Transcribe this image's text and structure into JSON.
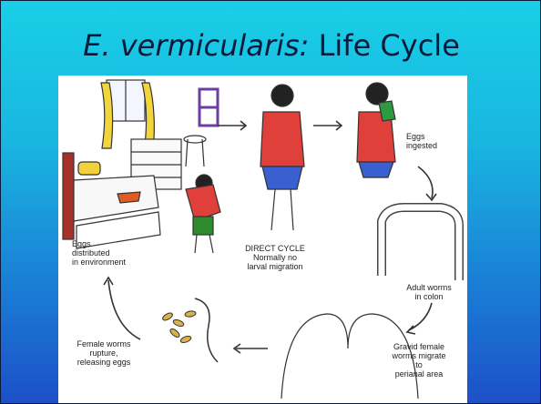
{
  "slide": {
    "title_species": "E. vermicularis:",
    "title_rest": "Life Cycle"
  },
  "diagram": {
    "center_label": [
      "DIRECT CYCLE",
      "Normally no",
      "larval migration"
    ],
    "eggs_ingested": [
      "Eggs",
      "ingested"
    ],
    "eggs_distributed": [
      "Eggs",
      "distributed",
      "in environment"
    ],
    "adult_worms": [
      "Adult worms",
      "in colon"
    ],
    "gravid_female": [
      "Gravid female",
      "worms migrate",
      "to",
      "perianal area"
    ],
    "female_rupture": [
      "Female worms",
      "rupture,",
      "releasing eggs"
    ]
  }
}
